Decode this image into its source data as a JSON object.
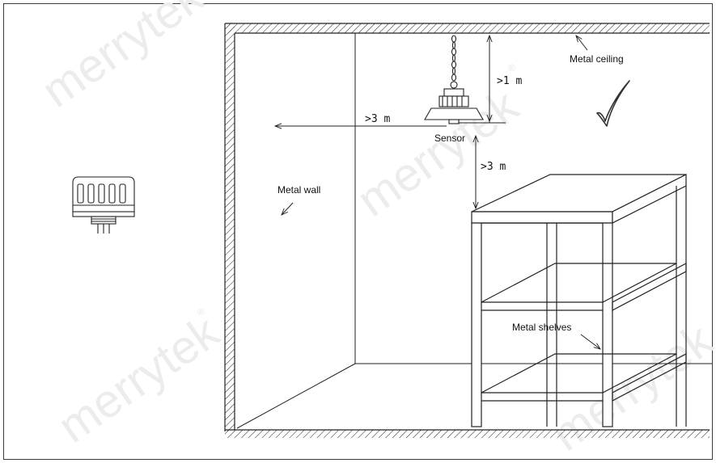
{
  "labels": {
    "metal_ceiling": "Metal ceiling",
    "metal_wall": "Metal wall",
    "metal_shelves": "Metal shelves",
    "sensor": "Sensor",
    "dist_ceiling": ">1 m",
    "dist_wall": ">3 m",
    "dist_shelves": ">3 m"
  },
  "watermark": {
    "text": "merrytek",
    "registered": "®"
  },
  "colors": {
    "line": "#222222",
    "watermark": "#ececec",
    "check": "#333333"
  },
  "icons": {
    "check": "check-icon",
    "sensor_module": "sensor-module-icon",
    "lamp": "high-bay-lamp-icon"
  }
}
